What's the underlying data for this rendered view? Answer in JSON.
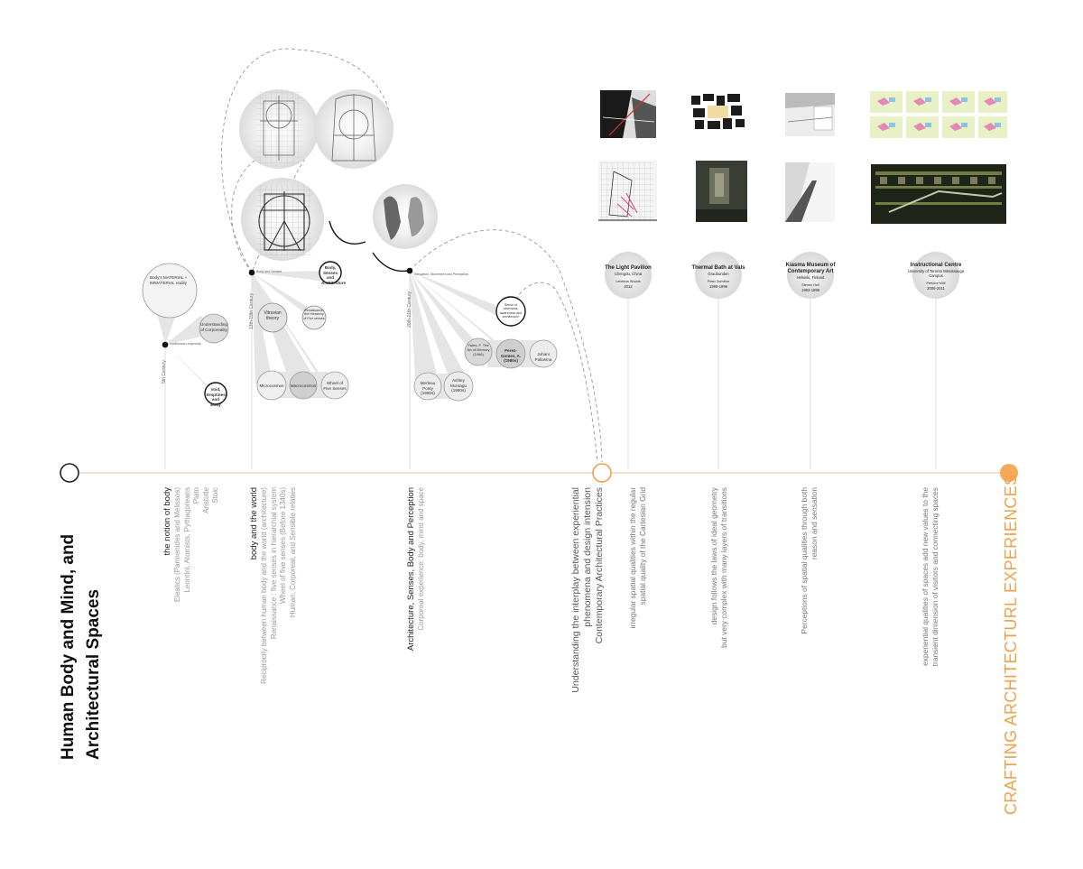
{
  "main_title": [
    "Human Body and Mind, and",
    "Architectural Spaces"
  ],
  "right_title": "CRAFTING ARCHITECTURL EXPERIENCES",
  "centuries": [
    "5th Century",
    "13th-19th Century",
    "20th-21th Century"
  ],
  "node_labels": [
    "continuous reciprocity",
    "Body and Senses",
    "Sensation, Movement and Perception"
  ],
  "sections": [
    {
      "heading": "the notion of body",
      "lines": [
        "Eleatics (Parmenides and Melissos)",
        "Leontini, Atomists, Pythagoreans",
        "Plato",
        "Aristotle",
        "Stoic"
      ]
    },
    {
      "heading": "body and the world",
      "lines": [
        "Reciprocity between human body and the world (architecture)",
        "Renaissance : five senses in hierarchial system",
        "Wheel of five senses (Before 1340s)",
        "Human, Corporeal, and Sensible relaties"
      ]
    },
    {
      "heading": "Architecture, Senses, Body and Perception",
      "lines": [
        "Corporeal experience: body, mind and space"
      ]
    }
  ],
  "bridge_text": [
    "Understanding the interplay between experiential",
    "phenomena and design intension",
    "Contemporary Architectural Practices"
  ],
  "bubbles": {
    "b1": "Body's MATERIAL + IMMATERIAL reality",
    "b2": "Understanding of Corporeality",
    "b3": "Void, Emptiness and Body",
    "b4": "Body, Senses and Architecture",
    "b5": "Vitruvian theory",
    "b6": "Renaissance: the Hierarchy of Five senses",
    "b7": "Microcosmos",
    "b8": "Macrocosmos",
    "b9": "Wheel of Five Senses",
    "b10": "Sense of otherness, awareness and architecture",
    "b11": "Yates, F. The Art of Memory (1966)",
    "b12": "Perez-Gomez, A. (1980s)",
    "b13": "Juhani Pallasma",
    "b14": "Merleau Ponty (1960s)",
    "b15": "Ashley Montagu (1980s)"
  },
  "projects": [
    {
      "name": "The Light Pavilion",
      "place": "Chengdu, China",
      "arch": "Lebbeus Woods",
      "year": "2012",
      "desc": [
        "irregular spatial qualities within the regular",
        "spatial quality of the Cartesian Grid"
      ]
    },
    {
      "name": "Thermal Bath at Vals",
      "place": "Graubunden",
      "arch": "Peter Zumthor",
      "year": "1990-1996",
      "desc": [
        "design follows the laws of ideal geometry",
        "but very complex with many layers of transitions"
      ]
    },
    {
      "name": "Kiasma Museum of Contemporary Art",
      "place": "Helsinki, Finland",
      "arch": "Steven Holl",
      "year": "1993-1998",
      "desc": [
        "Perceptions of spatial qualities through both",
        "reason and sensation"
      ]
    },
    {
      "name": "Instructional Centre",
      "place": "University of Toronto Mississauga Campus",
      "arch": "Perkins+Will",
      "year": "2008-2011",
      "desc": [
        "experiential qualities of spaces add new values to the",
        "transient dimension of visitors and connecting spaces"
      ]
    }
  ],
  "colors": {
    "accent": "#f0a04b",
    "line": "#e6c49b",
    "shade": "#e6e6e6"
  }
}
